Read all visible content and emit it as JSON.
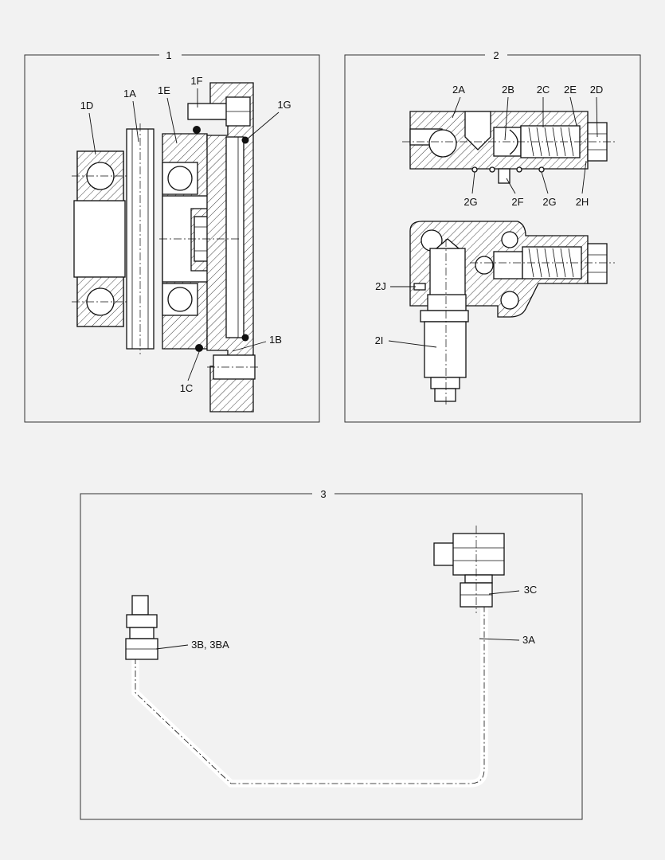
{
  "panels": [
    {
      "number": "1",
      "labels": [
        "1D",
        "1A",
        "1E",
        "1F",
        "1G",
        "1B",
        "1C"
      ]
    },
    {
      "number": "2",
      "labels": [
        "2A",
        "2B",
        "2C",
        "2E",
        "2D",
        "2G",
        "2F",
        "2G",
        "2H",
        "2J",
        "2I"
      ]
    },
    {
      "number": "3",
      "labels": [
        "3C",
        "3A",
        "3B, 3BA"
      ]
    }
  ]
}
